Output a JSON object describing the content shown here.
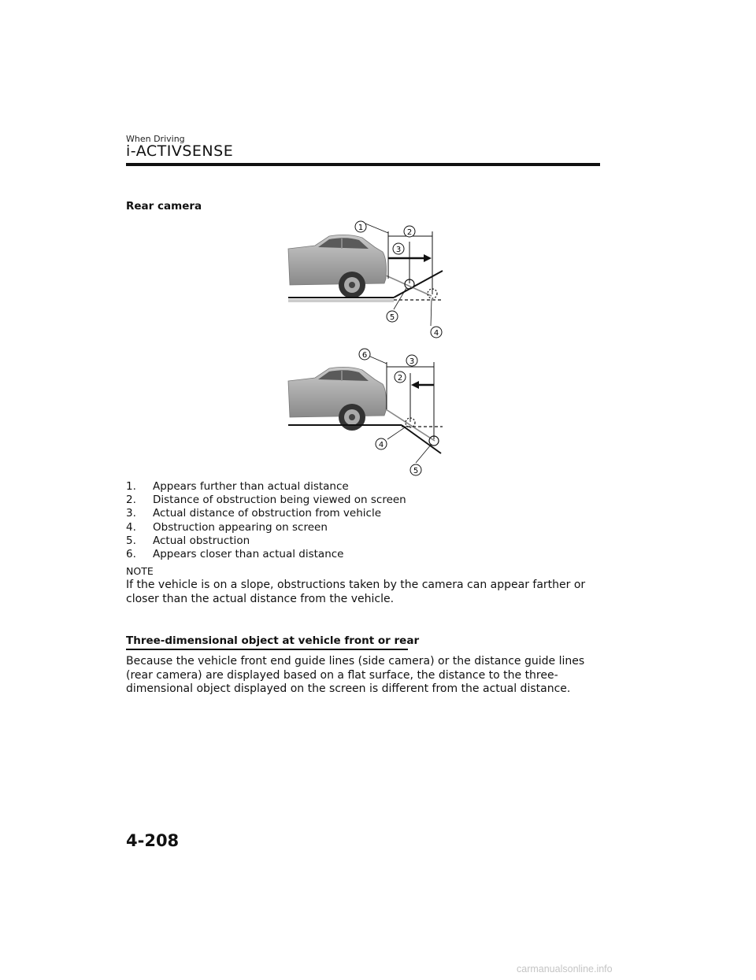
{
  "header": {
    "section": "When Driving",
    "title": "i-ACTIVSENSE"
  },
  "rear_camera": {
    "heading": "Rear camera",
    "figure1_markers": [
      "1",
      "2",
      "3",
      "4",
      "5"
    ],
    "figure2_markers": [
      "6",
      "3",
      "2",
      "4",
      "5"
    ]
  },
  "legend": [
    {
      "num": "1.",
      "text": "Appears further than actual distance"
    },
    {
      "num": "2.",
      "text": "Distance of obstruction being viewed on screen"
    },
    {
      "num": "3.",
      "text": "Actual distance of obstruction from vehicle"
    },
    {
      "num": "4.",
      "text": "Obstruction appearing on screen"
    },
    {
      "num": "5.",
      "text": "Actual obstruction"
    },
    {
      "num": "6.",
      "text": "Appears closer than actual distance"
    }
  ],
  "note": {
    "label": "NOTE",
    "text": "If the vehicle is on a slope, obstructions taken by the camera can appear farther or closer than the actual distance from the vehicle."
  },
  "three_d": {
    "heading": "Three-dimensional object at vehicle front or rear",
    "body": "Because the vehicle front end guide lines (side camera) or the distance guide lines (rear camera) are displayed based on a flat surface, the distance to the three-dimensional object displayed on the screen is different from the actual distance."
  },
  "page_number": "4-208",
  "watermark": "carmanualsonline.info",
  "colors": {
    "text": "#111111",
    "car_body": "#9c9c9c",
    "watermark": "#c4c4c4"
  }
}
